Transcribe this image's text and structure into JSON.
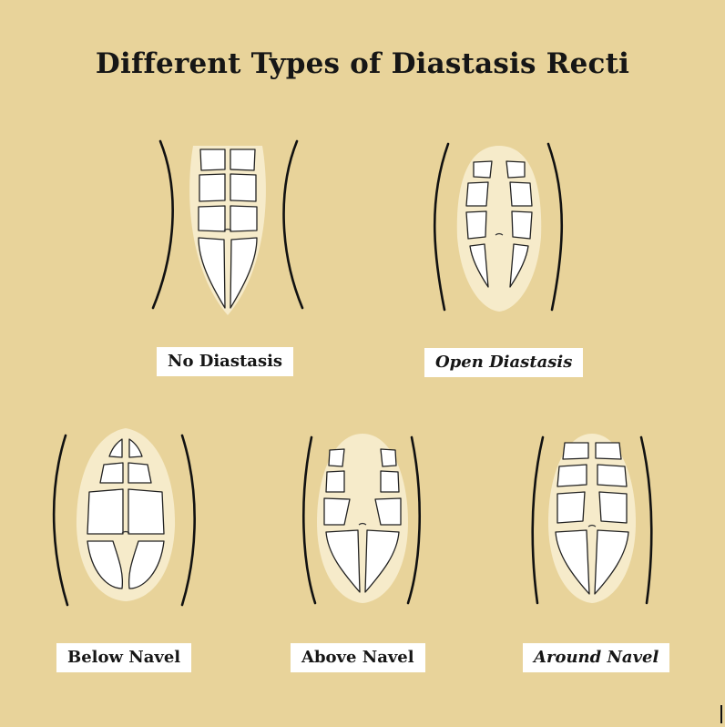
{
  "title": "Different Types of Diastasis Recti",
  "types": [
    {
      "label": "No Diastasis"
    },
    {
      "label": "Open Diastasis"
    },
    {
      "label": "Below Navel"
    },
    {
      "label": "Above Navel"
    },
    {
      "label": "Around Navel"
    }
  ],
  "colors": {
    "background": "#e8d39a",
    "belly": "#f6ebca",
    "label_bg": "#ffffff",
    "text": "#161616"
  }
}
